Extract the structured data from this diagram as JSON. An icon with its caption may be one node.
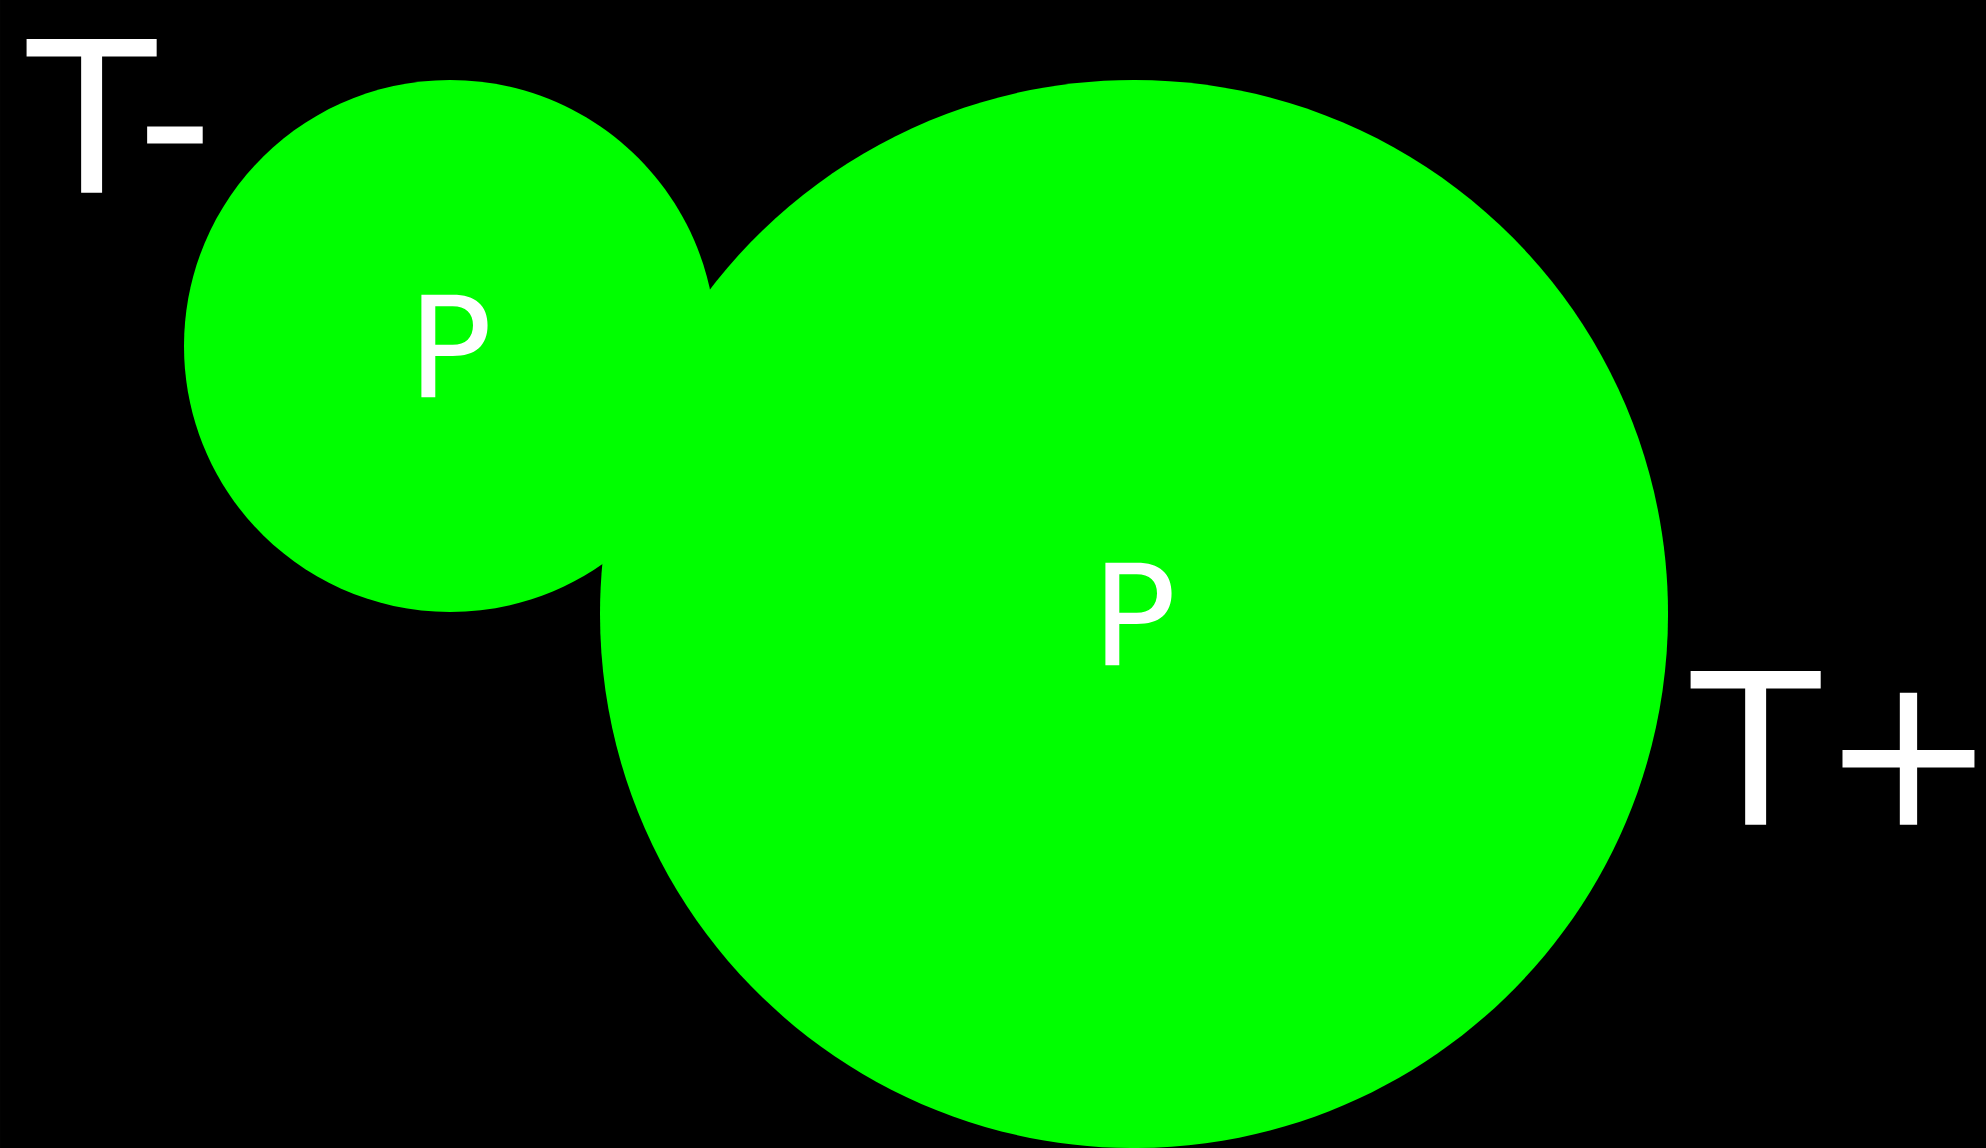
{
  "diagram": {
    "nodes": [
      {
        "text": [
          "P"
        ],
        "beside": [
          "T-"
        ]
      },
      {
        "text": [
          "P"
        ],
        "beside": [
          "T+"
        ]
      }
    ]
  }
}
